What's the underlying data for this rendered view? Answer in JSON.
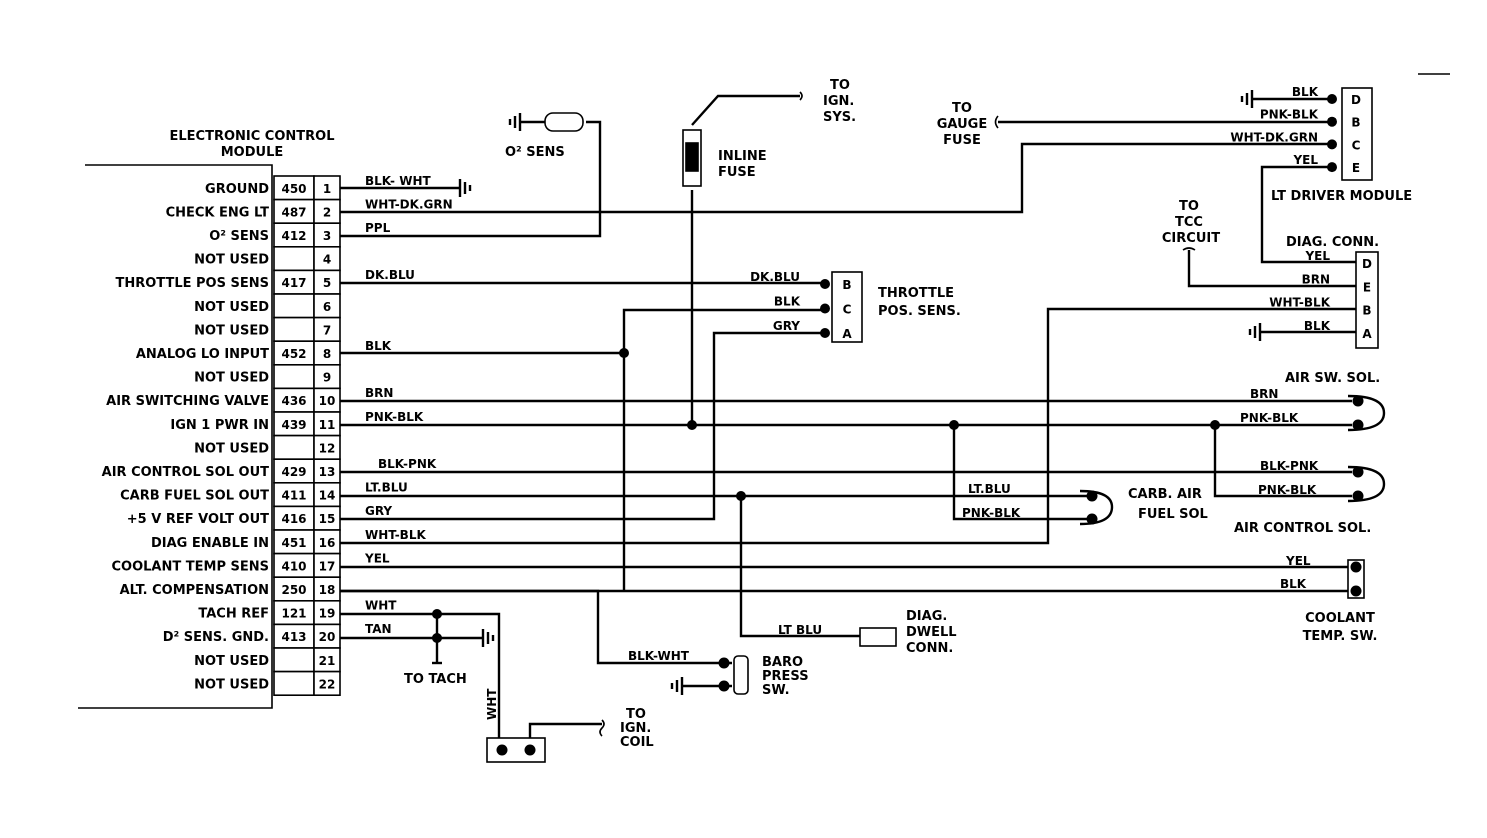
{
  "ecm": {
    "title_line1": "ELECTRONIC CONTROL",
    "title_line2": "MODULE",
    "pins": [
      {
        "label": "GROUND",
        "code": "450",
        "num": "1",
        "wire": "BLK- WHT"
      },
      {
        "label": "CHECK ENG LT",
        "code": "487",
        "num": "2",
        "wire": "WHT-DK.GRN"
      },
      {
        "label": "O² SENS",
        "code": "412",
        "num": "3",
        "wire": "PPL"
      },
      {
        "label": "NOT USED",
        "code": "",
        "num": "4",
        "wire": ""
      },
      {
        "label": "THROTTLE POS SENS",
        "code": "417",
        "num": "5",
        "wire": "DK.BLU"
      },
      {
        "label": "NOT USED",
        "code": "",
        "num": "6",
        "wire": ""
      },
      {
        "label": "NOT USED",
        "code": "",
        "num": "7",
        "wire": ""
      },
      {
        "label": "ANALOG LO INPUT",
        "code": "452",
        "num": "8",
        "wire": "BLK"
      },
      {
        "label": "NOT USED",
        "code": "",
        "num": "9",
        "wire": ""
      },
      {
        "label": "AIR SWITCHING VALVE",
        "code": "436",
        "num": "10",
        "wire": "BRN"
      },
      {
        "label": "IGN 1 PWR IN",
        "code": "439",
        "num": "11",
        "wire": "PNK-BLK"
      },
      {
        "label": "NOT USED",
        "code": "",
        "num": "12",
        "wire": ""
      },
      {
        "label": "AIR CONTROL SOL OUT",
        "code": "429",
        "num": "13",
        "wire": "BLK-PNK"
      },
      {
        "label": "CARB FUEL SOL OUT",
        "code": "411",
        "num": "14",
        "wire": "LT.BLU"
      },
      {
        "label": "+5 V REF VOLT OUT",
        "code": "416",
        "num": "15",
        "wire": "GRY"
      },
      {
        "label": "DIAG ENABLE IN",
        "code": "451",
        "num": "16",
        "wire": "WHT-BLK"
      },
      {
        "label": "COOLANT TEMP SENS",
        "code": "410",
        "num": "17",
        "wire": "YEL"
      },
      {
        "label": "ALT. COMPENSATION",
        "code": "250",
        "num": "18",
        "wire": ""
      },
      {
        "label": "TACH REF",
        "code": "121",
        "num": "19",
        "wire": "WHT"
      },
      {
        "label": "D² SENS. GND.",
        "code": "413",
        "num": "20",
        "wire": "TAN"
      },
      {
        "label": "NOT USED",
        "code": "",
        "num": "21",
        "wire": ""
      },
      {
        "label": "NOT USED",
        "code": "",
        "num": "22",
        "wire": ""
      }
    ]
  },
  "o2": {
    "label": "O² SENS"
  },
  "ign_sys": {
    "l1": "TO",
    "l2": "IGN.",
    "l3": "SYS."
  },
  "inline_fuse": {
    "l1": "INLINE",
    "l2": "FUSE"
  },
  "gauge_fuse": {
    "l1": "TO",
    "l2": "GAUGE",
    "l3": "FUSE"
  },
  "lt_driver": {
    "title": "LT DRIVER MODULE",
    "pins": [
      {
        "letter": "D",
        "wire": "BLK"
      },
      {
        "letter": "B",
        "wire": "PNK-BLK"
      },
      {
        "letter": "C",
        "wire": "WHT-DK.GRN"
      },
      {
        "letter": "E",
        "wire": "YEL"
      }
    ]
  },
  "tcc": {
    "l1": "TO",
    "l2": "TCC",
    "l3": "CIRCUIT"
  },
  "diag_conn": {
    "title": "DIAG. CONN.",
    "pins": [
      {
        "letter": "D",
        "wire": "YEL"
      },
      {
        "letter": "E",
        "wire": "BRN"
      },
      {
        "letter": "B",
        "wire": "WHT-BLK"
      },
      {
        "letter": "A",
        "wire": "BLK"
      }
    ]
  },
  "tps": {
    "l1": "THROTTLE",
    "l2": "POS. SENS.",
    "pins": [
      {
        "letter": "B",
        "wire": "DK.BLU"
      },
      {
        "letter": "C",
        "wire": "BLK"
      },
      {
        "letter": "A",
        "wire": "GRY"
      }
    ]
  },
  "air_sw_sol": {
    "title": "AIR SW. SOL.",
    "w1": "BRN",
    "w2": "PNK-BLK"
  },
  "air_control_sol": {
    "title": "AIR CONTROL SOL.",
    "w1": "BLK-PNK",
    "w2": "PNK-BLK"
  },
  "carb_sol": {
    "l1": "CARB. AIR",
    "l2": "FUEL SOL",
    "w1": "LT.BLU",
    "w2": "PNK-BLK"
  },
  "coolant_sw": {
    "l1": "COOLANT",
    "l2": "TEMP. SW.",
    "w1": "YEL",
    "w2": "BLK"
  },
  "dwell": {
    "l1": "DIAG.",
    "l2": "DWELL",
    "l3": "CONN.",
    "wire": "LT BLU"
  },
  "baro": {
    "l1": "BARO",
    "l2": "PRESS",
    "l3": "SW.",
    "wire": "BLK-WHT"
  },
  "tach": {
    "label": "TO TACH",
    "wire": "WHT"
  },
  "ign_coil": {
    "l1": "TO",
    "l2": "IGN.",
    "l3": "COIL"
  }
}
